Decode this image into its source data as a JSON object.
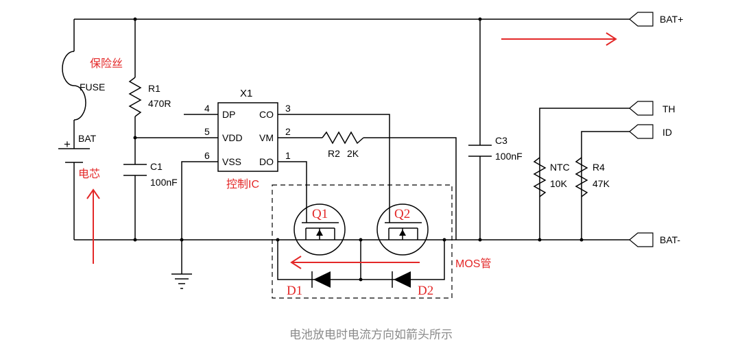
{
  "labels": {
    "bat_plus": "BAT+",
    "bat_minus": "BAT-",
    "th": "TH",
    "id": "ID",
    "fuse_cn": "保险丝",
    "fuse": "FUSE",
    "bat": "BAT",
    "cell_cn": "电芯",
    "r1_name": "R1",
    "r1_value": "470R",
    "c1_name": "C1",
    "c1_value": "100nF",
    "ic_name": "X1",
    "ic_cn": "控制IC",
    "pin_dp": "DP",
    "pin_vdd": "VDD",
    "pin_vss": "VSS",
    "pin_co": "CO",
    "pin_vm": "VM",
    "pin_do": "DO",
    "pin_num_4": "4",
    "pin_num_5": "5",
    "pin_num_6": "6",
    "pin_num_3": "3",
    "pin_num_2": "2",
    "pin_num_1": "1",
    "r2": "R2",
    "r2_value": "2K",
    "c3_name": "C3",
    "c3_value": "100nF",
    "ntc_name": "NTC",
    "ntc_value": "10K",
    "r4_name": "R4",
    "r4_value": "47K",
    "q1": "Q1",
    "q2": "Q2",
    "d1": "D1",
    "d2": "D2",
    "mos_cn": "MOS管"
  },
  "caption": "电池放电时电流方向如箭头所示",
  "colors": {
    "annotation": "#e32727",
    "line": "#000000",
    "caption": "#8a8a8a"
  }
}
